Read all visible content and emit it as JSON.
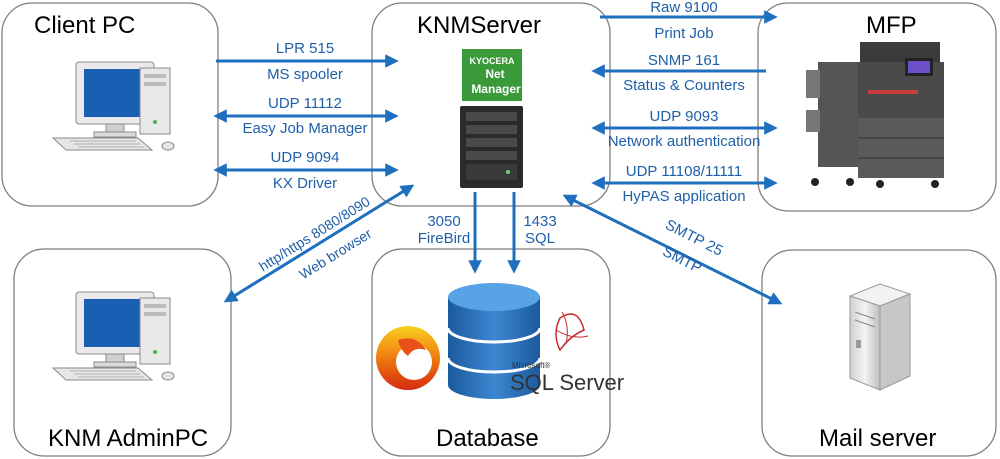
{
  "colors": {
    "arrow": "#1f6fbf",
    "label": "#1f5fa8",
    "box_border": "#7f7f7f"
  },
  "boxes": {
    "client_pc": "Client PC",
    "knm_server": "KNMServer",
    "mfp": "MFP",
    "admin_pc": "KNM AdminPC",
    "database": "Database",
    "mail_server": "Mail server"
  },
  "logo": {
    "line1": "KYOCERA",
    "line2": "Net",
    "line3": "Manager"
  },
  "sql_logo": {
    "brand": "Microsoft®",
    "name": "SQL Server"
  },
  "links": {
    "lpr": {
      "port": "LPR 515",
      "desc": "MS spooler"
    },
    "udp11112": {
      "port": "UDP 11112",
      "desc": "Easy Job Manager"
    },
    "udp9094": {
      "port": "UDP 9094",
      "desc": "KX Driver"
    },
    "raw": {
      "port": "Raw 9100",
      "desc": "Print Job"
    },
    "snmp": {
      "port": "SNMP 161",
      "desc": "Status & Counters"
    },
    "udp9093": {
      "port": "UDP 9093",
      "desc": "Network authentication"
    },
    "hypas": {
      "port": "UDP 11108/11111",
      "desc": "HyPAS application"
    },
    "http": {
      "port": "http/https 8080/8090",
      "desc": "Web browser"
    },
    "firebird": {
      "port": "3050",
      "desc": "FireBird"
    },
    "sql": {
      "port": "1433",
      "desc": "SQL"
    },
    "smtp": {
      "port": "SMTP 25",
      "desc": "SMTP"
    }
  },
  "icons": [
    "desktop-pc-icon",
    "server-tower-icon",
    "mfp-printer-icon",
    "database-cylinder-icon",
    "firebird-logo-icon",
    "sql-server-logo-icon",
    "mail-server-icon"
  ]
}
